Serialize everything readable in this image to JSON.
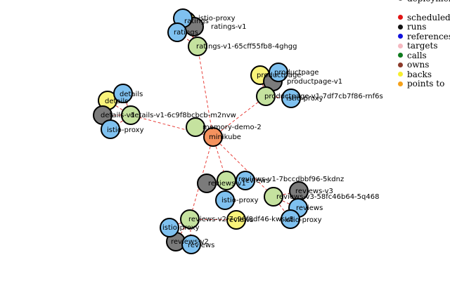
{
  "colors": {
    "cluster": "#f4925e",
    "pod": "#c5e29f",
    "container": "#7fc1f0",
    "service": "#f9f37a",
    "deployment": "#7b7b7b",
    "node_stroke": "#000000",
    "edge_cluster": "#e8413c",
    "edge_inner": "#cc3333"
  },
  "graph": {
    "cluster": {
      "label": "minikube"
    },
    "namespace": {
      "label": "memory-demo-2"
    },
    "groups": [
      {
        "key": "ratings",
        "pod": "ratings-v1-65cff55fb8-4ghgg",
        "containers": [
          "istio-proxy",
          "ratings"
        ],
        "service": "ratings",
        "deployment": "ratings-v1"
      },
      {
        "key": "productpage",
        "pod": "productpage-v1-7df7cb7f86-rnf6s",
        "containers": [
          "productpage",
          "istio-proxy"
        ],
        "service": "productpage",
        "deployment": "productpage-v1"
      },
      {
        "key": "details",
        "pod": "details-v1-6c9f8bcbcb-m2nvw",
        "containers": [
          "details",
          "istio-proxy"
        ],
        "service": "details",
        "deployment": "details-v1"
      },
      {
        "key": "reviews-v1",
        "pod": "reviews-v1-7bccdbbf96-5kdnz",
        "containers": [
          "reviews",
          "istio-proxy"
        ],
        "service": "",
        "deployment": "reviews-v1"
      },
      {
        "key": "reviews-v3",
        "pod": "reviews-v3-58fc46b64-5q468",
        "containers": [
          "reviews",
          "istio-proxy"
        ],
        "service": "",
        "deployment": "reviews-v3"
      },
      {
        "key": "reviews-v2",
        "pod": "reviews-v2-7c96f8df46-kwsv8",
        "containers": [
          "istio-proxy",
          "reviews"
        ],
        "service": "reviews",
        "deployment": "reviews-v2"
      }
    ]
  },
  "legend": {
    "partial_label": "deployment",
    "items": [
      {
        "label": "scheduled on",
        "color": "#e11414"
      },
      {
        "label": "runs",
        "color": "#111111"
      },
      {
        "label": "references",
        "color": "#1010dd"
      },
      {
        "label": "targets",
        "color": "#f5b8c0"
      },
      {
        "label": "calls",
        "color": "#0e7a1e"
      },
      {
        "label": "owns",
        "color": "#8b3a2a"
      },
      {
        "label": "backs",
        "color": "#f7ee2e"
      },
      {
        "label": "points to",
        "color": "#f5a11a"
      }
    ]
  }
}
